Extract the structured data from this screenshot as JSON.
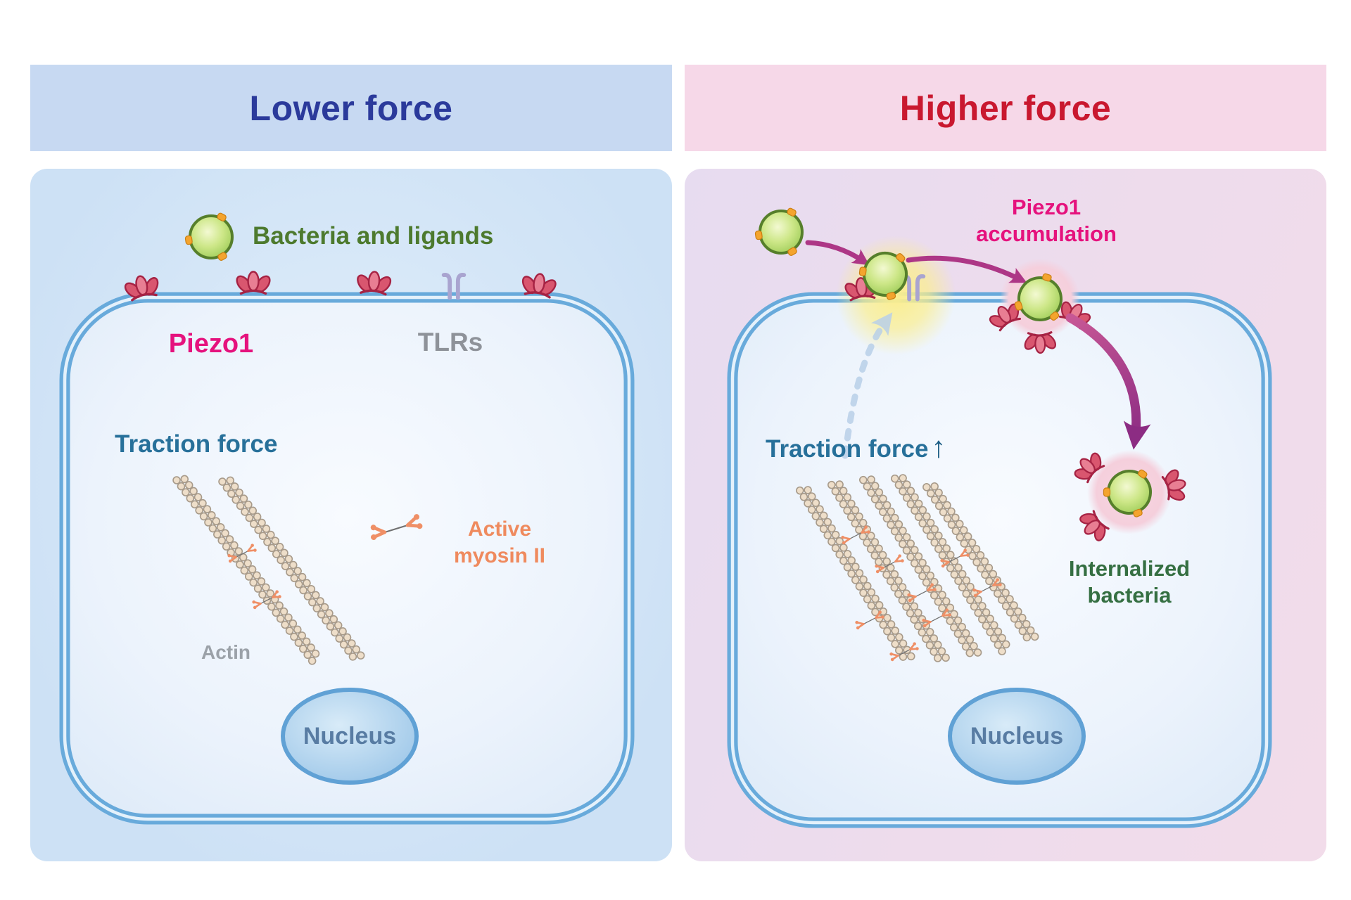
{
  "left": {
    "header": "Lower force",
    "legend_bacteria": "Bacteria and ligands",
    "piezo1": "Piezo1",
    "tlrs": "TLRs",
    "traction_force": "Traction force",
    "active_myosin_line1": "Active",
    "active_myosin_line2": "myosin II",
    "actin": "Actin",
    "nucleus": "Nucleus"
  },
  "right": {
    "header": "Higher force",
    "piezo1_accum_line1": "Piezo1",
    "piezo1_accum_line2": "accumulation",
    "traction_force": "Traction force",
    "traction_arrow": "↑",
    "internalized_line1": "Internalized",
    "internalized_line2": "bacteria",
    "nucleus": "Nucleus"
  },
  "colors": {
    "left_header_bg": "#c7d9f2",
    "left_header_text": "#2b3a9b",
    "right_header_bg": "#f6d8e8",
    "right_header_text": "#c9182f",
    "membrane_blue": "#68aadb",
    "cell_fill": "#ecf3fc",
    "bacteria_green": "#a3cf5d",
    "ligand_orange": "#f4a42e",
    "piezo1_red": "#d9566f",
    "tlr_lavender": "#a9a4d0",
    "piezo1_label": "#e5127d",
    "tlr_label": "#8e9299",
    "traction_label": "#27709a",
    "myosin_label": "#ef8a5e",
    "actin_label": "#9ba1a8",
    "nucleus_label": "#587ca3",
    "bacteria_label": "#4d7a2e",
    "internalized_label": "#356f42",
    "arrow_magenta": "#ad3786",
    "arrow_purple": "#8c2c83",
    "dashed_arrow_blue": "#b9d0e9",
    "glow_yellow": "#fbee8e",
    "halo_pink": "#f5cfdc"
  }
}
